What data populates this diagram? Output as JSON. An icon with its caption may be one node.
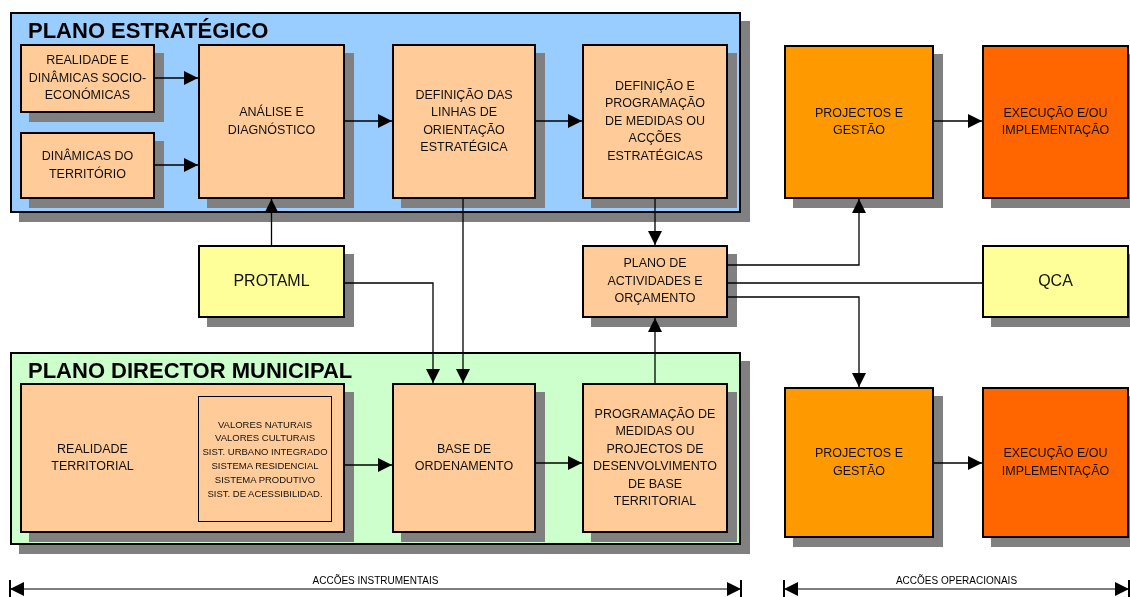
{
  "diagram": {
    "nodes": [
      {
        "text": [
          "PLANO ESTRATÉGICO"
        ]
      },
      {
        "text": [
          "REALIDADE E DINÂMICAS SOCIO-ECONÓMICAS"
        ],
        "in": 0
      },
      {
        "text": [
          "DINÂMICAS DO TERRITÓRIO"
        ],
        "in": 0
      },
      {
        "text": [
          "ANÁLISE E DIAGNÓSTICO"
        ],
        "in": 0
      },
      {
        "text": [
          "DEFINIÇÃO DAS LINHAS DE ORIENTAÇÃO ESTRATÉGICA"
        ],
        "in": 0
      },
      {
        "text": [
          "DEFINIÇÃO E PROGRAMAÇÃO DE MEDIDAS OU ACÇÕES ESTRATÉGICAS"
        ],
        "in": 0
      },
      {
        "text": [
          "PROTAML"
        ]
      },
      {
        "text": [
          "PLANO DE ACTIVIDADES E ORÇAMENTO"
        ]
      },
      {
        "text": [
          "PLANO DIRECTOR MUNICIPAL"
        ]
      },
      {
        "text": [
          "REALIDADE TERRITORIAL"
        ],
        "in": 8
      },
      {
        "text": [
          "VALORES NATURAIS",
          "VALORES CULTURAIS",
          "SIST. URBANO INTEGRADO",
          "SISTEMA RESIDENCIAL",
          "SISTEMA PRODUTIVO",
          "SIST. DE ACESSIBILIDAD."
        ],
        "in": 9
      },
      {
        "text": [
          "BASE DE ORDENAMENTO"
        ],
        "in": 8
      },
      {
        "text": [
          "PROGRAMAÇÃO DE MEDIDAS OU PROJECTOS DE DESENVOLVIMENTO DE BASE TERRITORIAL"
        ],
        "in": 8
      },
      {
        "text": [
          "PROJECTOS E GESTÃO"
        ]
      },
      {
        "text": [
          "EXECUÇÃO E/OU IMPLEMENTAÇÃO"
        ]
      },
      {
        "text": [
          "QCA"
        ]
      },
      {
        "text": [
          "PROJECTOS E GESTÃO"
        ]
      },
      {
        "text": [
          "EXECUÇÃO E/OU IMPLEMENTAÇÃO"
        ]
      }
    ],
    "edges": [
      {
        "from": 1,
        "to": 3,
        "arrow": "to"
      },
      {
        "from": 2,
        "to": 3,
        "arrow": "to"
      },
      {
        "from": 3,
        "to": 4,
        "arrow": "to"
      },
      {
        "from": 4,
        "to": 5,
        "arrow": "to"
      },
      {
        "from": 6,
        "to": 3,
        "arrow": "to"
      },
      {
        "from": 6,
        "to": 11,
        "arrow": "to"
      },
      {
        "from": 4,
        "to": 11,
        "arrow": "to"
      },
      {
        "from": 5,
        "to": 7,
        "arrow": "to"
      },
      {
        "from": 12,
        "to": 7,
        "arrow": "to"
      },
      {
        "from": 7,
        "to": 13,
        "arrow": "to"
      },
      {
        "from": 7,
        "to": 16,
        "arrow": "to"
      },
      {
        "from": 15,
        "to": 7,
        "arrow": "none"
      },
      {
        "from": 13,
        "to": 14,
        "arrow": "to"
      },
      {
        "from": 16,
        "to": 17,
        "arrow": "to"
      },
      {
        "from": 9,
        "to": 11,
        "arrow": "to"
      },
      {
        "from": 11,
        "to": 12,
        "arrow": "to"
      }
    ],
    "labels": [
      "ACCÕES INSTRUMENTAIS",
      "ACCÕES OPERACIONAIS"
    ]
  }
}
